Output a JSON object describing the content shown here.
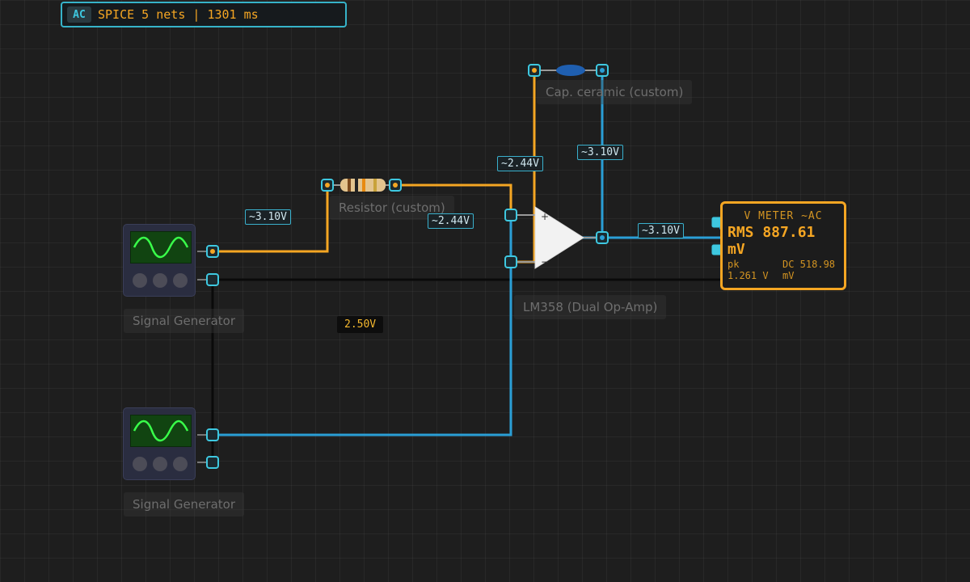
{
  "status": {
    "mode": "AC",
    "text": "SPICE 5 nets | 1301 ms"
  },
  "components": {
    "resistor_label": "Resistor (custom)",
    "capacitor_label": "Cap. ceramic (custom)",
    "opamp_label": "LM358 (Dual Op-Amp)",
    "gen1_label": "Signal Generator",
    "gen2_label": "Signal Generator",
    "opamp_plus": "+",
    "opamp_minus": "−"
  },
  "voltages": {
    "v_gen1_out": "~3.10V",
    "v_opamp_in_left": "~2.44V",
    "v_opamp_in_top": "~2.44V",
    "v_cap_right": "~3.10V",
    "v_opamp_out": "~3.10V",
    "v_gnd": "2.50V"
  },
  "meter": {
    "title": "V METER ~AC",
    "rms": "RMS 887.61 mV",
    "pk_label": "pk",
    "pk_value": "1.261 V",
    "dc_label": "DC 518.98",
    "dc_unit": "mV"
  },
  "colors": {
    "wire_orange": "#f5a623",
    "wire_blue": "#2a9fd6",
    "wire_black": "#0a0a0a",
    "pin_cyan": "#3ec8e0",
    "meter_accent": "#f5a623"
  }
}
